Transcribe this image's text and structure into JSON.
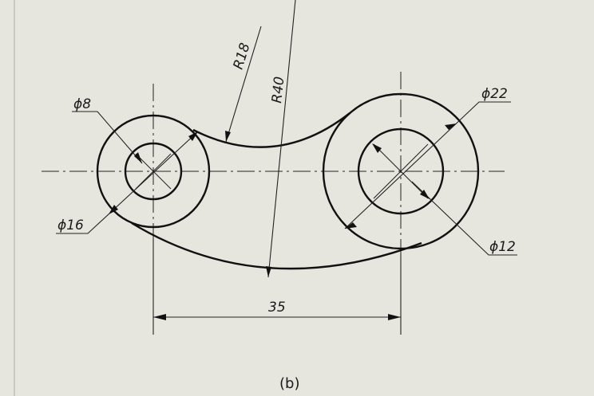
{
  "drawing": {
    "dimensions": {
      "r18": "R18",
      "r40": "R40",
      "d8": "ϕ8",
      "d16": "ϕ16",
      "d22": "ϕ22",
      "d12": "ϕ12",
      "span": "35"
    },
    "caption": "(b)"
  },
  "colors": {
    "background": "#e6e6df",
    "line": "#111111"
  }
}
